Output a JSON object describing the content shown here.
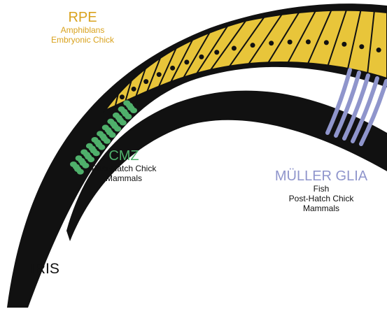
{
  "rpe": {
    "title": "RPE",
    "lines": [
      "Amphiblans",
      "Embryonic Chick"
    ]
  },
  "cmz": {
    "title": "CMZ",
    "lines": [
      "Post-Hatch Chick",
      "Mammals"
    ]
  },
  "muller": {
    "title": "MÜLLER GLIA",
    "lines": [
      "Fish",
      "Post-Hatch Chick",
      "Mammals"
    ]
  },
  "iris": {
    "label": "IRIS"
  },
  "colors": {
    "tissue": "#111111",
    "rpe": "#d9a21d",
    "rpe_cell_fill": "#e8c53a",
    "cmz": "#4fb06b",
    "muller": "#8f95cc"
  },
  "rpe_cell_count": 17,
  "muller_fiber_count": 5
}
